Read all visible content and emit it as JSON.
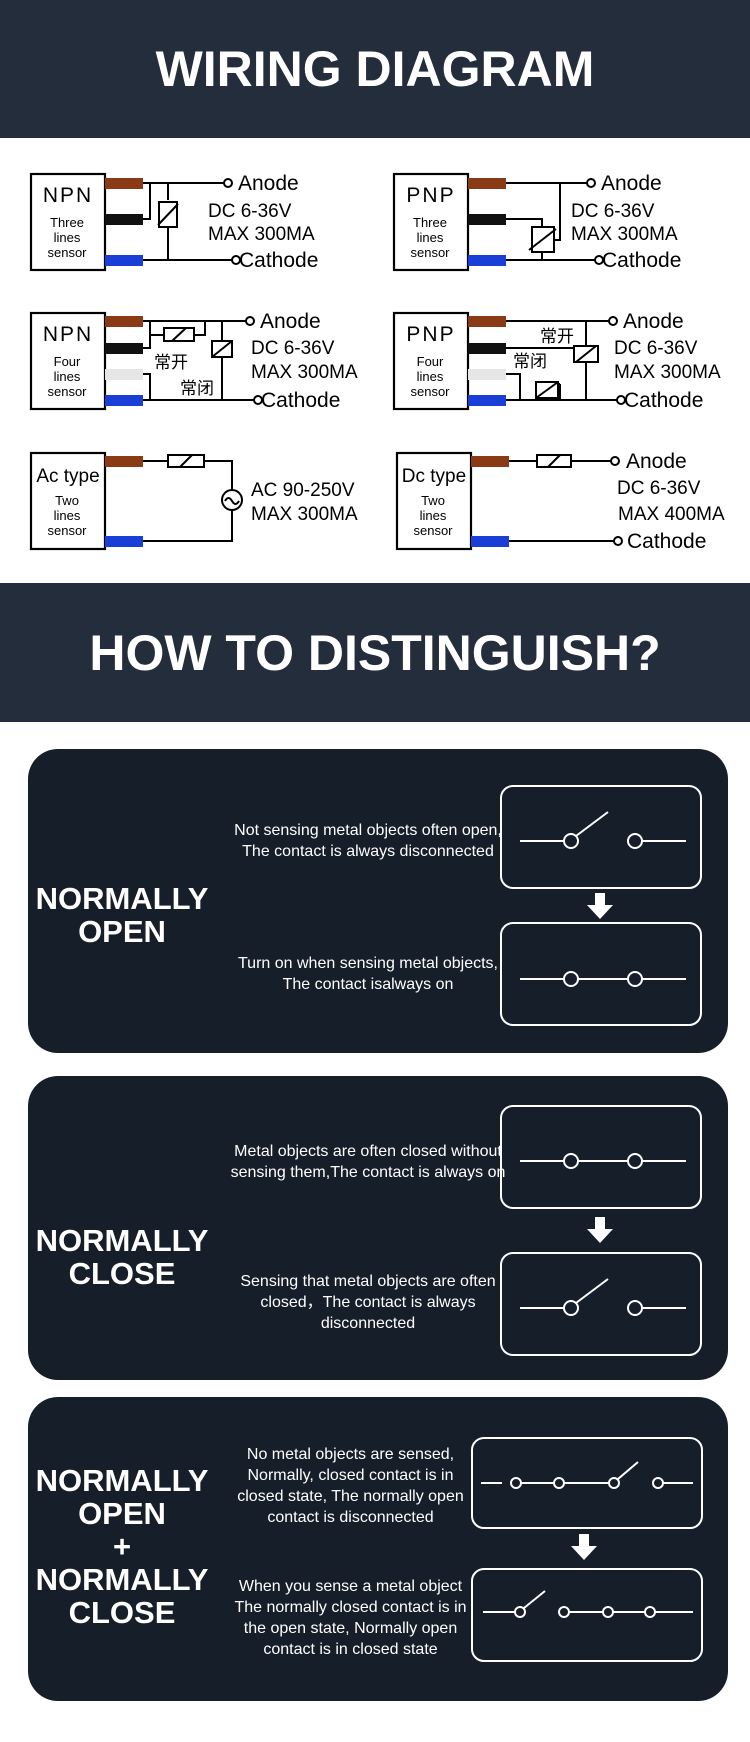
{
  "wiring": {
    "title": "WIRING DIAGRAM",
    "diagrams": [
      {
        "type_label": "NPN",
        "sub_label": [
          "Three",
          "lines",
          "sensor"
        ],
        "anode": "Anode",
        "cathode": "Cathode",
        "spec": [
          "DC 6-36V",
          "MAX 300MA"
        ]
      },
      {
        "type_label": "PNP",
        "sub_label": [
          "Three",
          "lines",
          "sensor"
        ],
        "anode": "Anode",
        "cathode": "Cathode",
        "spec": [
          "DC 6-36V",
          "MAX 300MA"
        ]
      },
      {
        "type_label": "NPN",
        "sub_label": [
          "Four",
          "lines",
          "sensor"
        ],
        "anode": "Anode",
        "cathode": "Cathode",
        "spec": [
          "DC 6-36V",
          "MAX 300MA"
        ],
        "no_label": "常开",
        "nc_label": "常闭"
      },
      {
        "type_label": "PNP",
        "sub_label": [
          "Four",
          "lines",
          "sensor"
        ],
        "anode": "Anode",
        "cathode": "Cathode",
        "spec": [
          "DC 6-36V",
          "MAX 300MA"
        ],
        "no_label": "常开",
        "nc_label": "常闭"
      },
      {
        "type_label": "Ac type",
        "sub_label": [
          "Two",
          "lines",
          "sensor"
        ],
        "spec": [
          "AC 90-250V",
          "MAX 300MA"
        ]
      },
      {
        "type_label": "Dc type",
        "sub_label": [
          "Two",
          "lines",
          "sensor"
        ],
        "anode": "Anode",
        "cathode": "Cathode",
        "spec": [
          "DC 6-36V",
          "MAX 400MA"
        ]
      }
    ]
  },
  "distinguish": {
    "title": "HOW TO DISTINGUISH?",
    "cards": [
      {
        "title": [
          "NORMALLY",
          "OPEN"
        ],
        "top_desc": [
          "Not sensing metal objects often open,",
          "The contact is always disconnected"
        ],
        "bottom_desc": [
          "Turn on when sensing metal objects,",
          "The contact isalways on"
        ]
      },
      {
        "title": [
          "NORMALLY",
          "CLOSE"
        ],
        "top_desc": [
          "Metal objects are often closed without",
          "sensing them,The contact is always on"
        ],
        "bottom_desc": [
          "Sensing that metal objects are often",
          "closed，The contact is always",
          "disconnected"
        ]
      },
      {
        "title": [
          "NORMALLY",
          "OPEN",
          "+",
          "NORMALLY",
          "CLOSE"
        ],
        "top_desc": [
          "No metal objects are sensed,",
          "Normally, closed contact is in",
          "closed state, The normally open",
          "contact is disconnected"
        ],
        "bottom_desc": [
          "When you sense a metal object",
          "The normally closed contact is in",
          "the open state, Normally open",
          "contact is in closed state"
        ]
      }
    ]
  },
  "colors": {
    "band": "#232d3b",
    "card": "#161e29",
    "wire_brown": "#8a3a14",
    "wire_black": "#111111",
    "wire_blue": "#1a3fd6",
    "wire_white": "#e6e6e6"
  }
}
